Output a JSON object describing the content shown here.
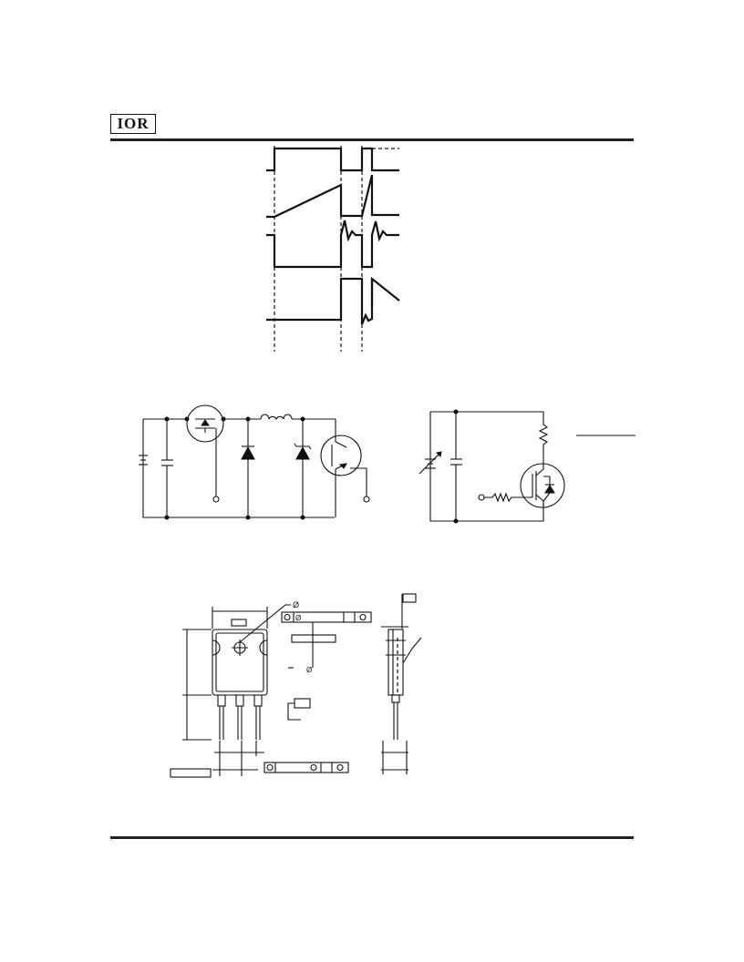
{
  "header": {
    "logo_text": "IOR"
  },
  "drawings": {
    "waveform_icon": "switching-waveform",
    "test_circuit_icon": "clamped-inductive-load-test-circuit",
    "gate_circuit_icon": "gate-drive-test-circuit",
    "package_icon": "package-outline-drawing",
    "diameter_symbol": "Ø"
  }
}
